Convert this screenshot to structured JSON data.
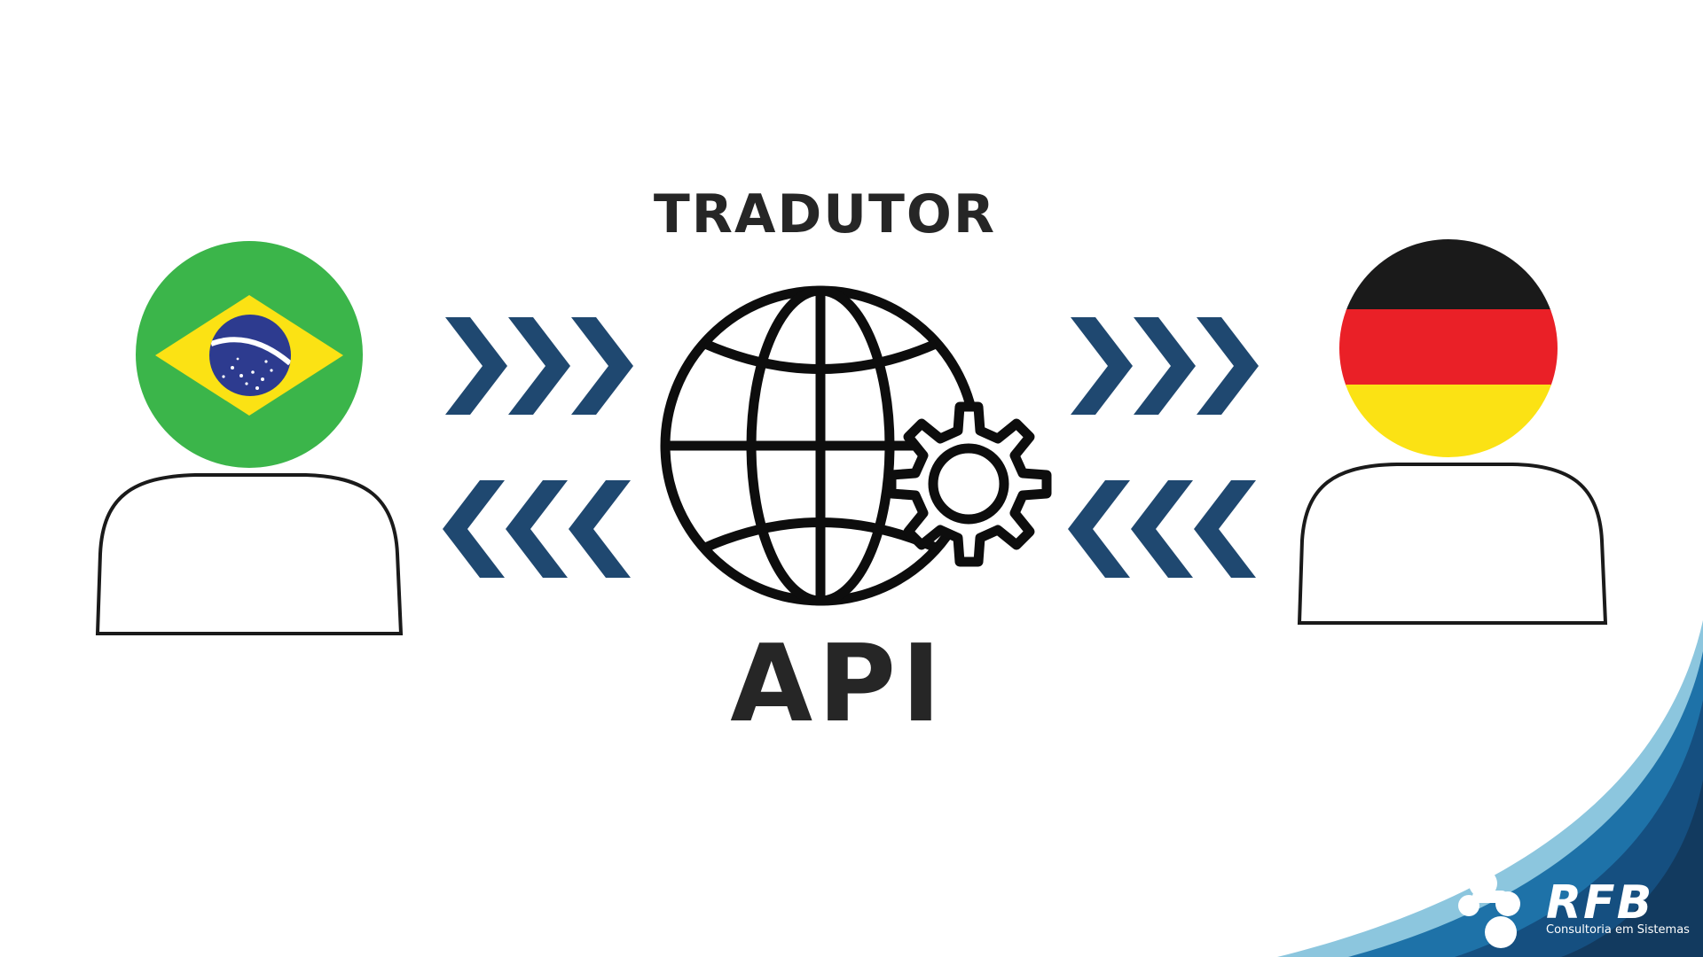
{
  "diagram": {
    "title": "TRADUTOR",
    "center_label": "API",
    "left_person": {
      "flag_icon": "brazil-flag-icon"
    },
    "right_person": {
      "flag_icon": "germany-flag-icon"
    },
    "center_icon": "globe-gear-icon",
    "arrow_color": "#1f4870"
  },
  "logo": {
    "name": "RFB",
    "tagline": "Consultoria em Sistemas"
  },
  "colors": {
    "heading": "#262626",
    "brazil_green": "#3bb54a",
    "brazil_yellow": "#fbe214",
    "brazil_blue": "#2d3b8f",
    "germany_black": "#1a1a1a",
    "germany_red": "#ea2027",
    "germany_gold": "#fbe214",
    "wave_blue": "#1e72a8",
    "wave_light": "#8cc6de",
    "wave_dark": "#123a5f"
  }
}
